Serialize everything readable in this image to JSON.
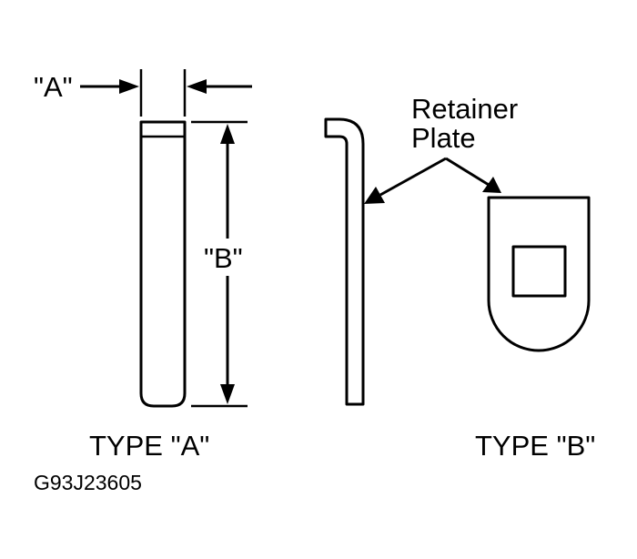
{
  "labels": {
    "dim_a": "\"A\"",
    "dim_b": "\"B\"",
    "retainer_line1": "Retainer",
    "retainer_line2": "Plate",
    "type_a": "TYPE \"A\"",
    "type_b": "TYPE \"B\"",
    "figure_code": "G93J23605"
  }
}
